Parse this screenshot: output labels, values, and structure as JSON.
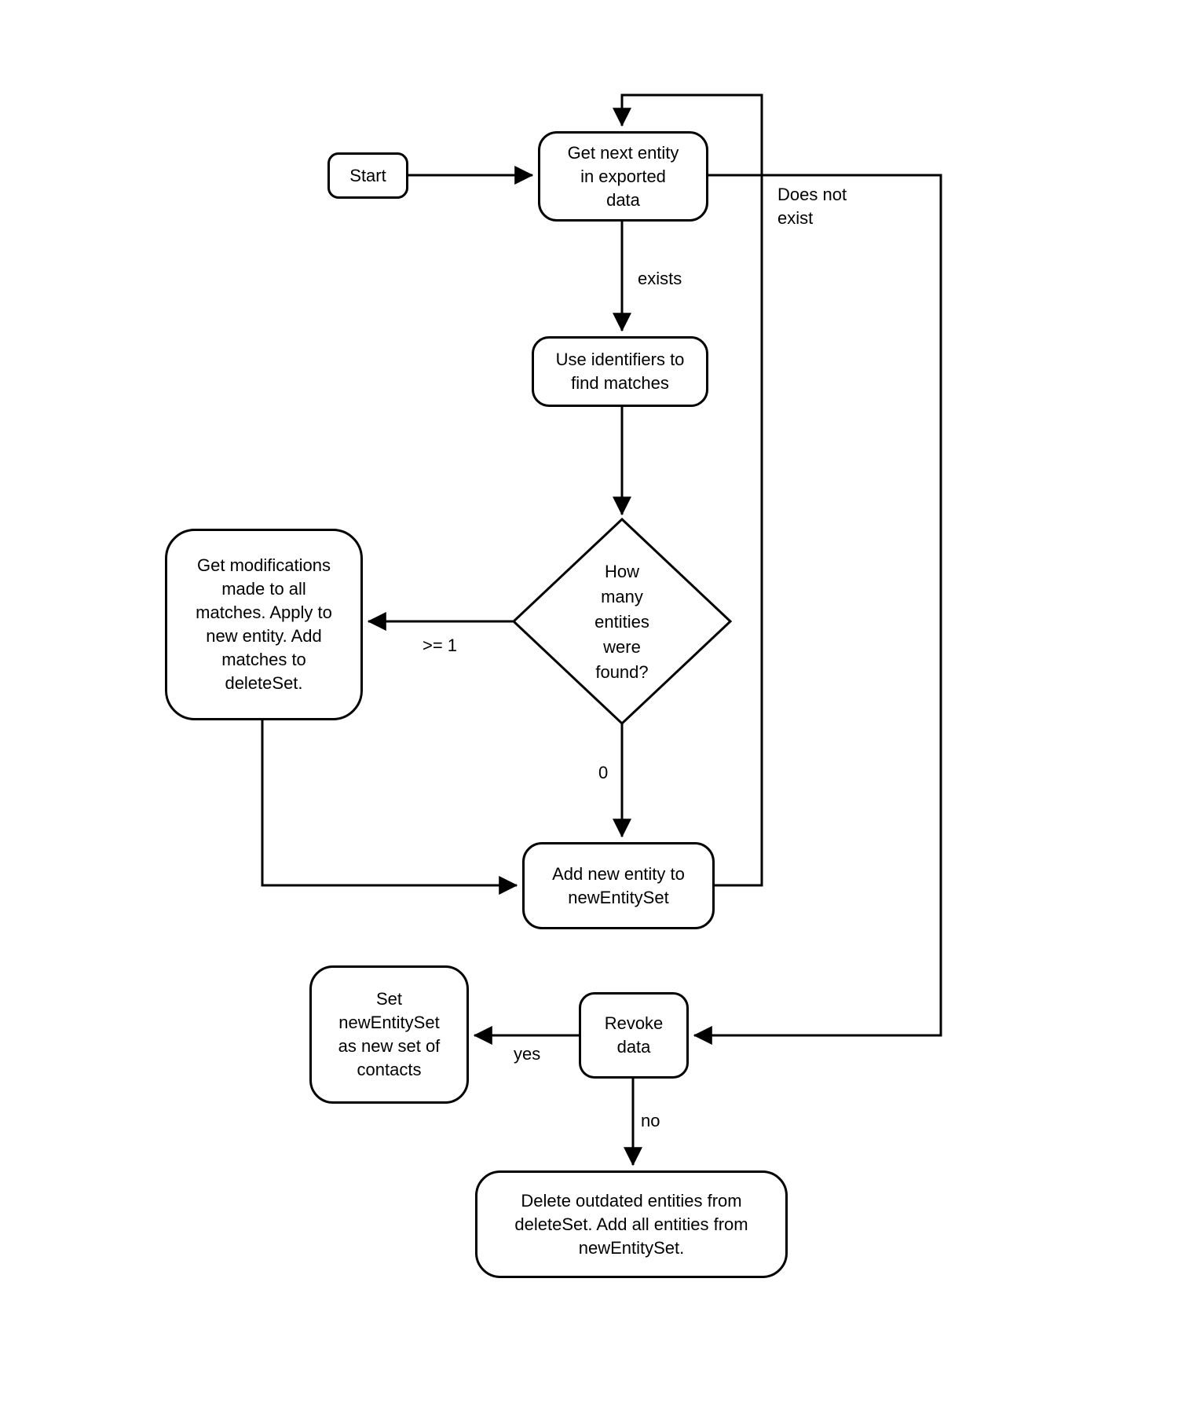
{
  "diagram": {
    "background_color": "#ffffff",
    "line_color": "#000000",
    "node_fill_color": "#ffffff",
    "nodes": {
      "start": {
        "label": "Start"
      },
      "get_next_entity": {
        "label": "Get next entity\nin exported\ndata"
      },
      "use_identifiers": {
        "label": "Use identifiers to\nfind matches"
      },
      "how_many_entities": {
        "label": "How\nmany\nentities\nwere\nfound?"
      },
      "get_modifications": {
        "label": "Get modifications\nmade to all\nmatches. Apply to\nnew entity. Add\nmatches to\ndeleteSet."
      },
      "add_new_entity": {
        "label": "Add new entity to\nnewEntitySet"
      },
      "set_new_entity_set": {
        "label": "Set\nnewEntitySet\nas new set of\ncontacts"
      },
      "revoke_data": {
        "label": "Revoke\ndata"
      },
      "delete_outdated": {
        "label": "Delete outdated entities from\ndeleteSet. Add all entities from\nnewEntitySet."
      }
    },
    "edge_labels": {
      "does_not_exist": "Does not\nexist",
      "exists": "exists",
      "ge_one": ">= 1",
      "zero": "0",
      "yes": "yes",
      "no": "no"
    }
  }
}
